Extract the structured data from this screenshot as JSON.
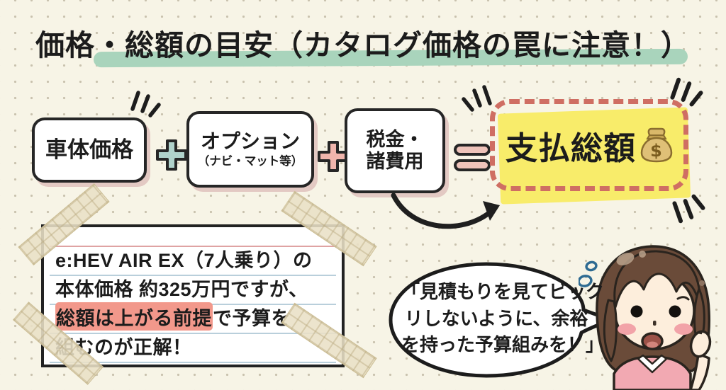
{
  "title": "価格・総額の目安（カタログ価格の罠に注意！）",
  "formula": {
    "vehicle_price": "車体価格",
    "options_line1": "オプション",
    "options_line2": "（ナビ・マット等）",
    "taxes_line1": "税金・",
    "taxes_line2": "諸費用",
    "total_label": "支払総額",
    "operators": {
      "plus1": "plus",
      "plus2": "plus",
      "equals": "equals"
    },
    "icons": {
      "total": "money-bag"
    }
  },
  "note_card": {
    "line1": "e:HEV AIR EX（7人乗り）の",
    "line2": "本体価格 約325万円ですが、",
    "line3_highlighted": "総額は上がる前提",
    "line3_rest": "で予算を",
    "line4": "組むのが正解！"
  },
  "speech_bubble": {
    "line1": "「見積もりを見てビック",
    "line2": "リしないように、余裕",
    "line3": "を持った予算組みを！」"
  },
  "colors": {
    "background": "#f7f4e6",
    "title_highlight": "#a9d4bc",
    "plus_teal": "#b0d2cb",
    "plus_pink": "#f0b5ac",
    "equals_pink": "#eec3ba",
    "total_dashed_border": "#cf6e63",
    "total_highlight_yellow": "#f8ec6a",
    "note_text_highlight": "#f2988b",
    "box_drop_shadow": "#e3c9c3"
  }
}
